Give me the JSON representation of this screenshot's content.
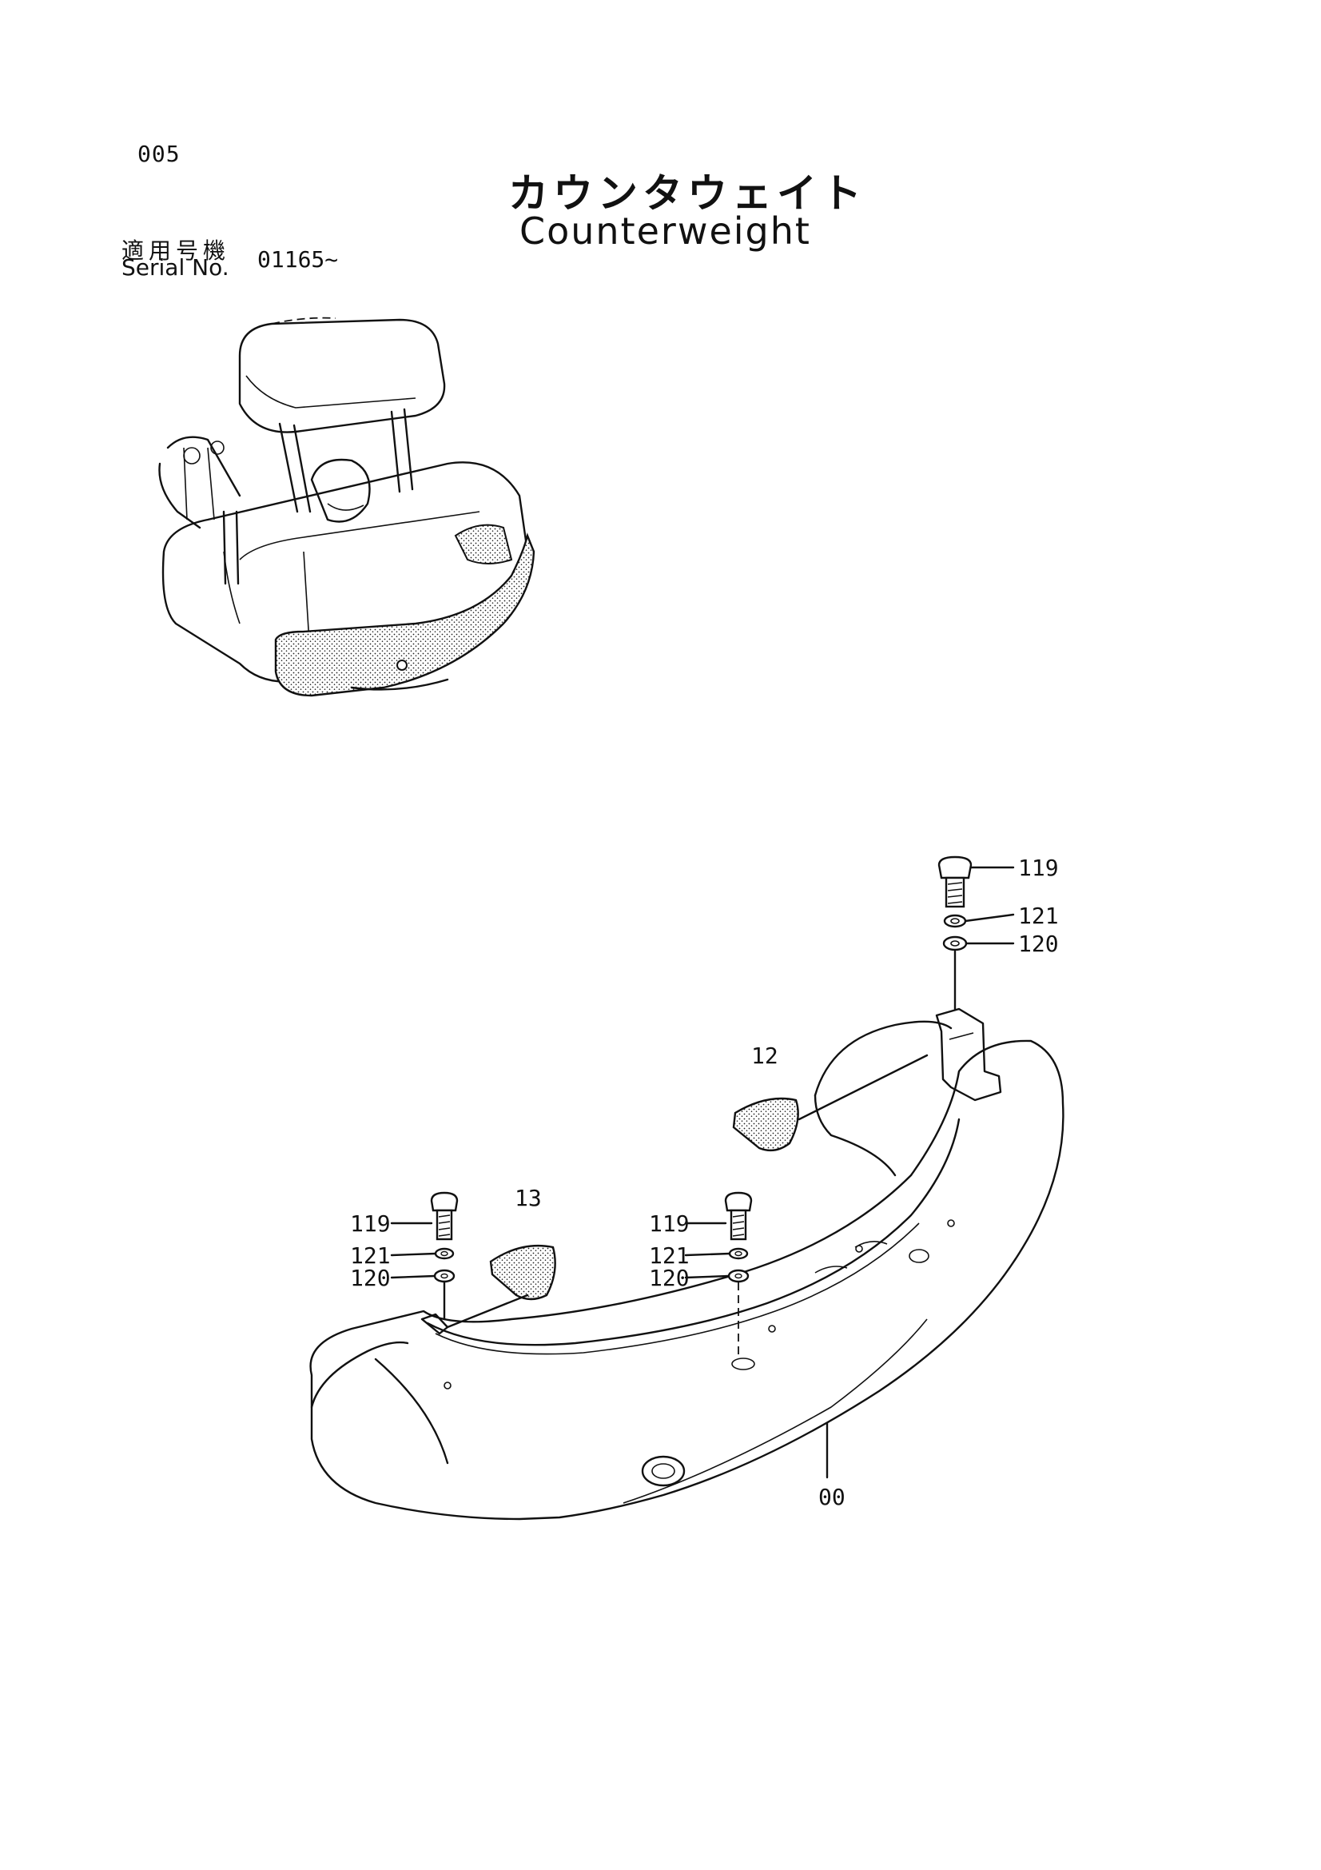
{
  "header": {
    "page_number": "005",
    "title_jp": "カウンタウェイト",
    "title_en": "Counterweight",
    "serial_label_jp": "適用号機",
    "serial_label_en": "Serial No.",
    "serial_range": "01165~"
  },
  "callouts": {
    "bolt_right": "119",
    "spring_washer_right": "121",
    "washer_right": "120",
    "cover_right": "12",
    "cover_left": "13",
    "bolt_left": "119",
    "spring_washer_left": "121",
    "washer_left": "120",
    "bolt_center": "119",
    "spring_washer_center": "121",
    "washer_center": "120",
    "counterweight": "00"
  },
  "colors": {
    "ink": "#111111",
    "paper": "#ffffff"
  }
}
